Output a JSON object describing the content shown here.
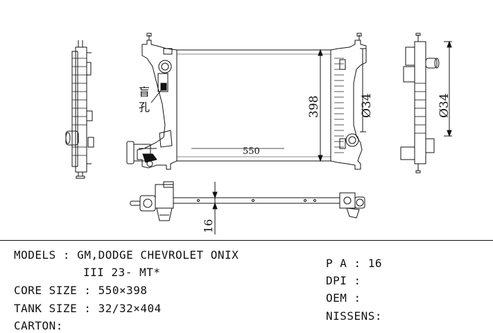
{
  "drawing": {
    "dim_height": "398",
    "dim_width": "550",
    "dim_diameter_front": "Ø34",
    "dim_diameter_side": "Ø34",
    "dim_depth": "16",
    "blind_hole_label_1": "盲",
    "blind_hole_label_2": "孔"
  },
  "specs": {
    "models_line1": "MODELS : GM,DODGE CHEVROLET ONIX",
    "models_line2": "III 23- MT*",
    "core_size": "CORE SIZE : 550×398",
    "tank_size": "TANK SIZE : 32/32×404",
    "carton": "CARTON:",
    "pa": "P A : 16",
    "dpi": "DPI :",
    "oem": "OEM :",
    "nissens": "NISSENS:"
  }
}
